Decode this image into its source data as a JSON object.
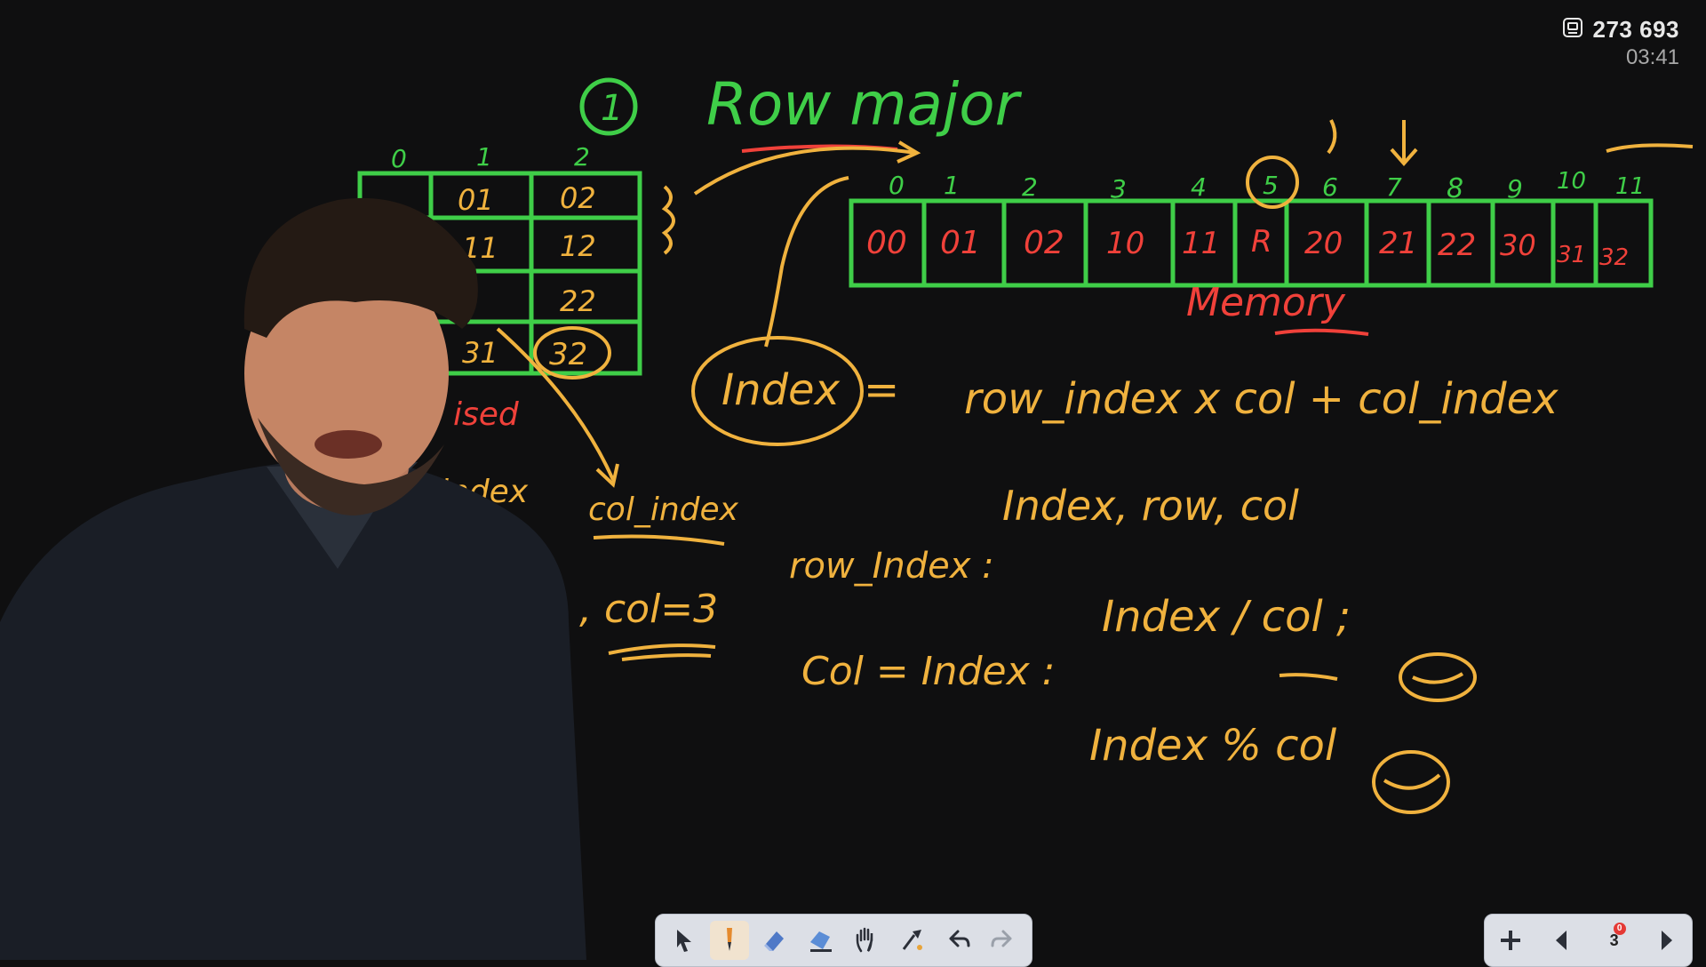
{
  "viewer": {
    "view_count": "273 693",
    "timer": "03:41",
    "counter_icon": "viewers-icon"
  },
  "board": {
    "title_number": "1",
    "title": "Row major",
    "matrix": {
      "col_headers": [
        "0",
        "1",
        "2"
      ],
      "cells": [
        [
          "",
          "01",
          "02"
        ],
        [
          "",
          "11",
          "12"
        ],
        [
          "",
          "",
          "22"
        ],
        [
          "",
          "31",
          "32"
        ]
      ]
    },
    "memory": {
      "indices": [
        "0",
        "1",
        "2",
        "3",
        "4",
        "5",
        "6",
        "7",
        "8",
        "9",
        "10",
        "11"
      ],
      "cells": [
        "00",
        "01",
        "02",
        "10",
        "11",
        "R",
        "20",
        "21",
        "22",
        "30",
        "31",
        "32"
      ],
      "label": "Memory"
    },
    "index_label": "Index",
    "formula_lhs": "=",
    "formula_rhs": "row_index x col + col_index",
    "partial_left": "ised",
    "index_label_left": "index",
    "col_index_label": "col_index",
    "col_eq": ", col=3",
    "given": "Index, row, col",
    "row_index_label": "row_Index :",
    "row_index_formula": "Index / col ;",
    "col_label": "Col = Index :",
    "col_formula": "Index % col"
  },
  "toolbar": {
    "tools": [
      "pointer-icon",
      "pen-icon",
      "eraser-icon",
      "highlighter-icon",
      "hand-icon",
      "laser-icon",
      "undo-icon",
      "redo-icon"
    ]
  },
  "navigation": {
    "page_number": "3",
    "badge": "0"
  },
  "colors": {
    "green": "#3fce48",
    "yellow": "#f0b23e",
    "red": "#f0413a",
    "board": "#0f0f10"
  }
}
